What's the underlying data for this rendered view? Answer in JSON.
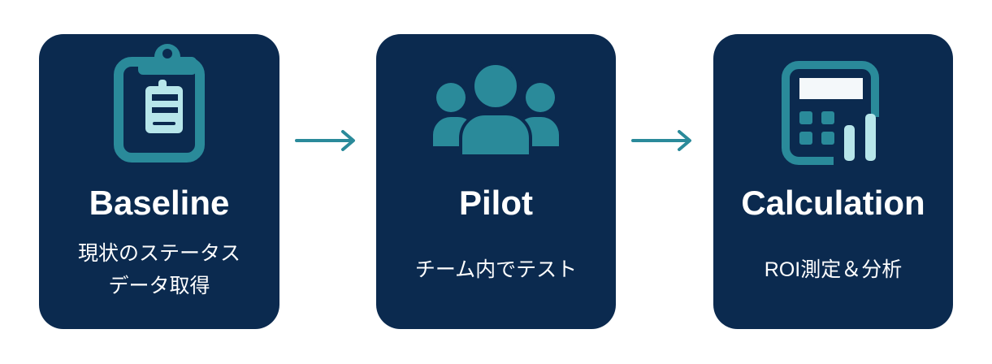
{
  "steps": [
    {
      "title": "Baseline",
      "subtitle_lines": [
        "現状のステータス",
        "データ取得"
      ],
      "icon": "clipboard-icon"
    },
    {
      "title": "Pilot",
      "subtitle_lines": [
        "チーム内でテスト"
      ],
      "icon": "team-icon"
    },
    {
      "title": "Calculation",
      "subtitle_lines": [
        "ROI測定＆分析"
      ],
      "icon": "calculator-chart-icon"
    }
  ],
  "colors": {
    "card": "#0b2a4f",
    "accent": "#2a8a9a",
    "light": "#b7e6ea"
  }
}
